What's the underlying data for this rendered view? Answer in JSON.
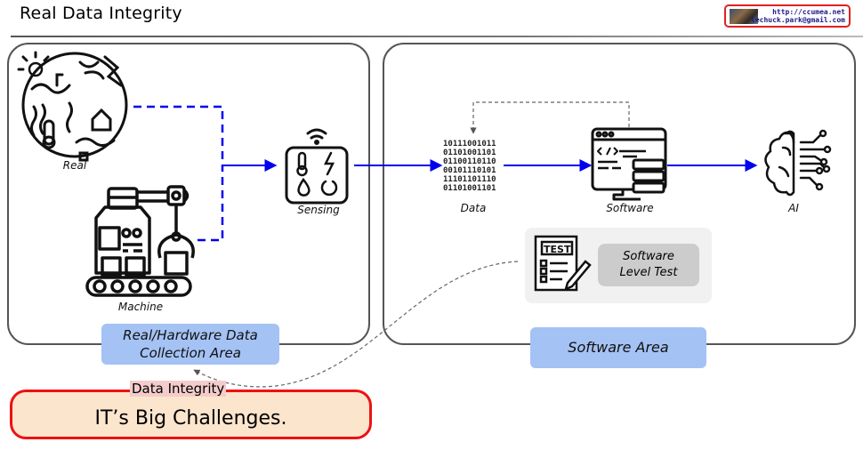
{
  "header": {
    "title": "Real Data Integrity",
    "credit": {
      "url": "http://ccumea.net",
      "email": "lechuck.park@gmail.com"
    }
  },
  "left_panel": {
    "area_label_line1": "Real/Hardware Data",
    "area_label_line2": "Collection Area",
    "nodes": {
      "real": {
        "label": "Real",
        "icon": "earth-climate-icon"
      },
      "machine": {
        "label": "Machine",
        "icon": "factory-robot-arm-icon"
      },
      "sensing": {
        "label": "Sensing",
        "icon": "sensor-device-icon"
      }
    }
  },
  "right_panel": {
    "area_label": "Software Area",
    "nodes": {
      "data": {
        "label": "Data",
        "icon": "binary-data-icon"
      },
      "software": {
        "label": "Software",
        "icon": "software-window-icon"
      },
      "ai": {
        "label": "AI",
        "icon": "ai-brain-circuit-icon"
      }
    },
    "test": {
      "icon_text": "TEST",
      "label_line1": "Software",
      "label_line2": "Level Test"
    }
  },
  "callout": {
    "tag": "Data Integrity",
    "text": "IT’s Big Challenges."
  },
  "colors": {
    "flow_arrow": "#0000ee",
    "area_label_bg": "#a4c2f4",
    "callout_border": "#ee1111",
    "callout_bg": "#fce5cd",
    "tag_bg": "#f4cccc",
    "test_bg": "#f1f1f1",
    "test_label_bg": "#cccccc"
  }
}
